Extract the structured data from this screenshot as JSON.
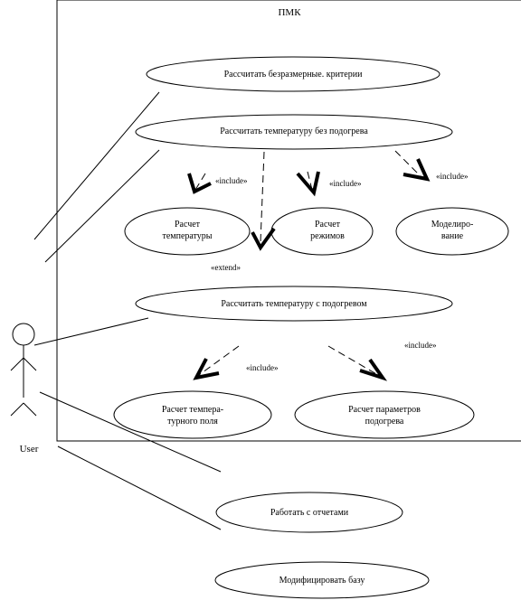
{
  "system": {
    "title": "ПМК"
  },
  "actor": {
    "label": "User"
  },
  "use_cases": {
    "calc_criteria": [
      "Рассчитать безразмерные. критерии"
    ],
    "calc_no_heat": [
      "Рассчитать температуру без подогрева"
    ],
    "temp_calc": [
      "Расчет",
      "температуры"
    ],
    "modes_calc": [
      "Расчет",
      "режимов"
    ],
    "modeling": [
      "Моделиро-",
      "вание"
    ],
    "calc_heat": [
      "Рассчитать температуру с подогревом"
    ],
    "field_calc": [
      "Расчет темпера-",
      "турного поля"
    ],
    "params_calc": [
      "Расчет параметров",
      "подогрева"
    ],
    "reports": [
      "Работать с отчетами"
    ],
    "modify_db": [
      "Модифицировать базу"
    ]
  },
  "stereotypes": {
    "include_1": "«include»",
    "include_2": "«include»",
    "include_3": "«include»",
    "extend": "«extend»",
    "include_4": "«include»",
    "include_5": "«include»"
  }
}
